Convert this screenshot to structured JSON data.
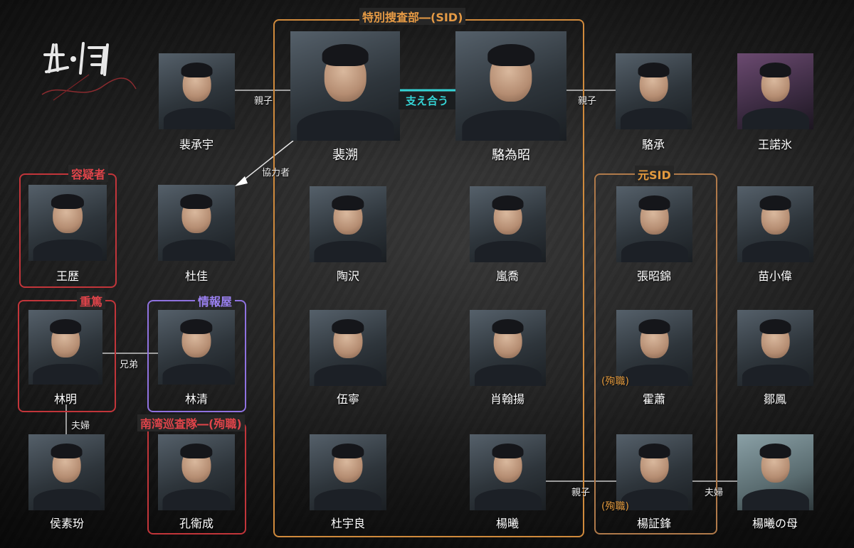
{
  "groups": {
    "sid": "特別捜査部―(SID)",
    "former_sid": "元SID",
    "suspect": "容疑者",
    "critical": "重篤",
    "informant": "情報屋",
    "nanwan": "南湾巡査隊―(殉職)"
  },
  "people": {
    "pei_chengyu": "裴承宇",
    "pei_yuan": "裴溯",
    "luo_weizhao": "駱為昭",
    "luo_cheng": "駱承",
    "wang_nuobing": "王諾氷",
    "wang_li": "王歴",
    "du_jia": "杜佳",
    "tao_ran": "陶沢",
    "lan_qiao": "嵐喬",
    "zhang_zhaojin": "張昭錦",
    "miao_xiaowei": "苗小偉",
    "lin_ming": "林明",
    "lin_qing": "林清",
    "wu_ning": "伍寧",
    "xiao_hanyang": "肖翰揚",
    "huo_su": "霍蕭",
    "zou_feng": "鄒鳳",
    "hou_suling": "侯素玢",
    "kong_weicheng": "孔衛成",
    "du_yuliang": "杜宇良",
    "yang_xi": "楊曦",
    "yang_zhengfeng": "楊証鋒",
    "yang_xi_mother": "楊曦の母"
  },
  "relations": {
    "parent_child": "親子",
    "support": "支え合う",
    "cooperator": "協力者",
    "brothers": "兄弟",
    "spouses": "夫婦"
  },
  "badges": {
    "killed": "(殉職)"
  },
  "colors": {
    "sid_frame": "#d08a3c",
    "former_sid_frame": "#b07a4a",
    "red_frame": "#c2353a",
    "informant_frame": "#8f72e0",
    "support_text": "#35d4d6"
  }
}
